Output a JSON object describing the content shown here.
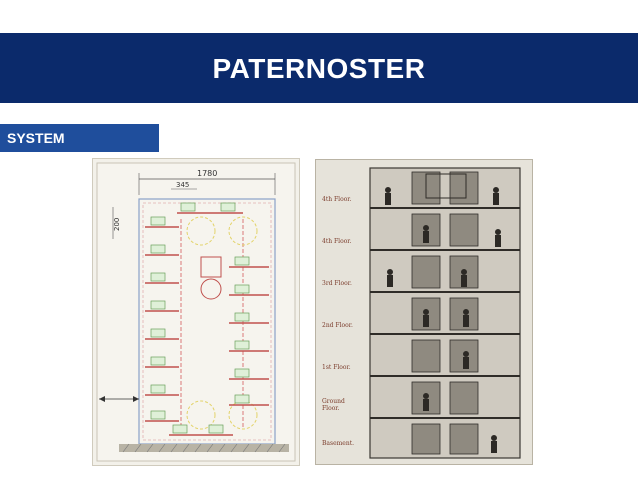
{
  "slide": {
    "title": "PATERNOSTER",
    "section_tag": "SYSTEM",
    "colors": {
      "banner": "#0b2a6b",
      "tag": "#1f4e9c",
      "title_text": "#ffffff"
    }
  },
  "figures": {
    "left": {
      "dimension_labels": {
        "overall_width": "1780",
        "cabin_width": "345",
        "cabin_pitch": "200"
      }
    },
    "right": {
      "floor_labels": [
        "4th Floor.",
        "4th Floor.",
        "3rd Floor.",
        "2nd Floor.",
        "1st Floor.",
        "Ground Floor.",
        "Basement."
      ]
    }
  }
}
